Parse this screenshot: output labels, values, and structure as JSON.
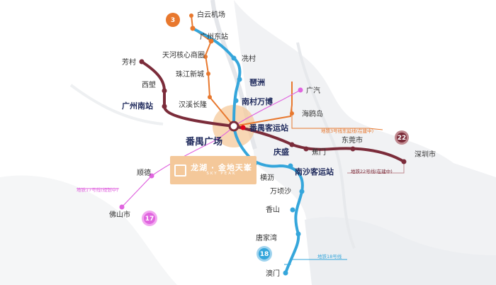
{
  "colors": {
    "line3_ext": "#e8782e",
    "line18": "#35a6db",
    "line22": "#7b2c3a",
    "line17": "#e065df",
    "hub_glow": "#f6c99b",
    "label_dark": "#1f2a5c",
    "red_dot": "#e0001a"
  },
  "badges": {
    "line3": "3",
    "line22": "22",
    "line17": "17",
    "line18": "18"
  },
  "stations": {
    "baiyun_airport": "白云机场",
    "guangzhou_east": "广州东站",
    "tianhe_cbd": "天河核心商圈",
    "xiancun": "冼村",
    "zhujiang_newtown": "珠江新城",
    "pazhou": "琶洲",
    "fangcun": "芳村",
    "xilang": "西塱",
    "guangzhou_south": "广州南站",
    "hanxi": "汉溪长隆",
    "nancun_wanbo": "南村万博",
    "guangqi": "广汽",
    "haiou": "海鸥岛",
    "panyu_square": "番禺广场",
    "panyu_passenger": "番禺客运站",
    "qingsheng": "庆盛",
    "jiaomen": "蕉门",
    "dongguan": "东莞市",
    "shenzhen": "深圳市",
    "nansha_passenger": "南沙客运站",
    "hengli": "横沥",
    "shunde": "顺德",
    "wanqingsha": "万顷沙",
    "foshan": "佛山市",
    "xiangshan": "香山",
    "tangjiawan": "唐家湾",
    "macau": "澳门"
  },
  "notes": {
    "line3_ext": "地铁3号线东延线(在建中)",
    "line22": "地铁22号线(在建中)",
    "line17": "地铁17号线(规划中)",
    "line18": "地铁18号线"
  },
  "brand": {
    "name": "龙湖 · 金地天峯",
    "sub": "SKY PEAK"
  }
}
